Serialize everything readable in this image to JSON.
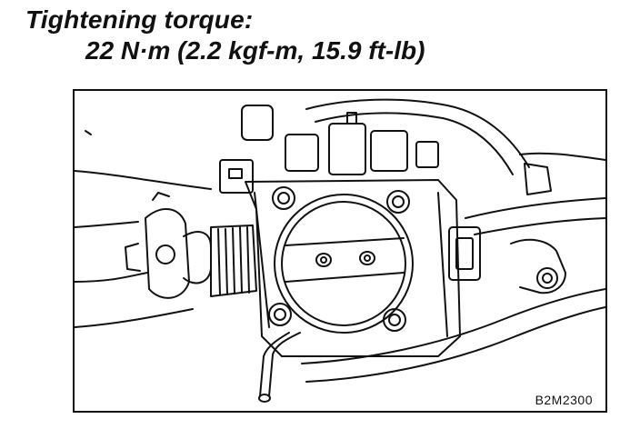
{
  "spec": {
    "heading": "Tightening torque:",
    "value": "22 N·m (2.2 kgf-m, 15.9 ft-lb)"
  },
  "figure": {
    "code": "B2M2300"
  }
}
